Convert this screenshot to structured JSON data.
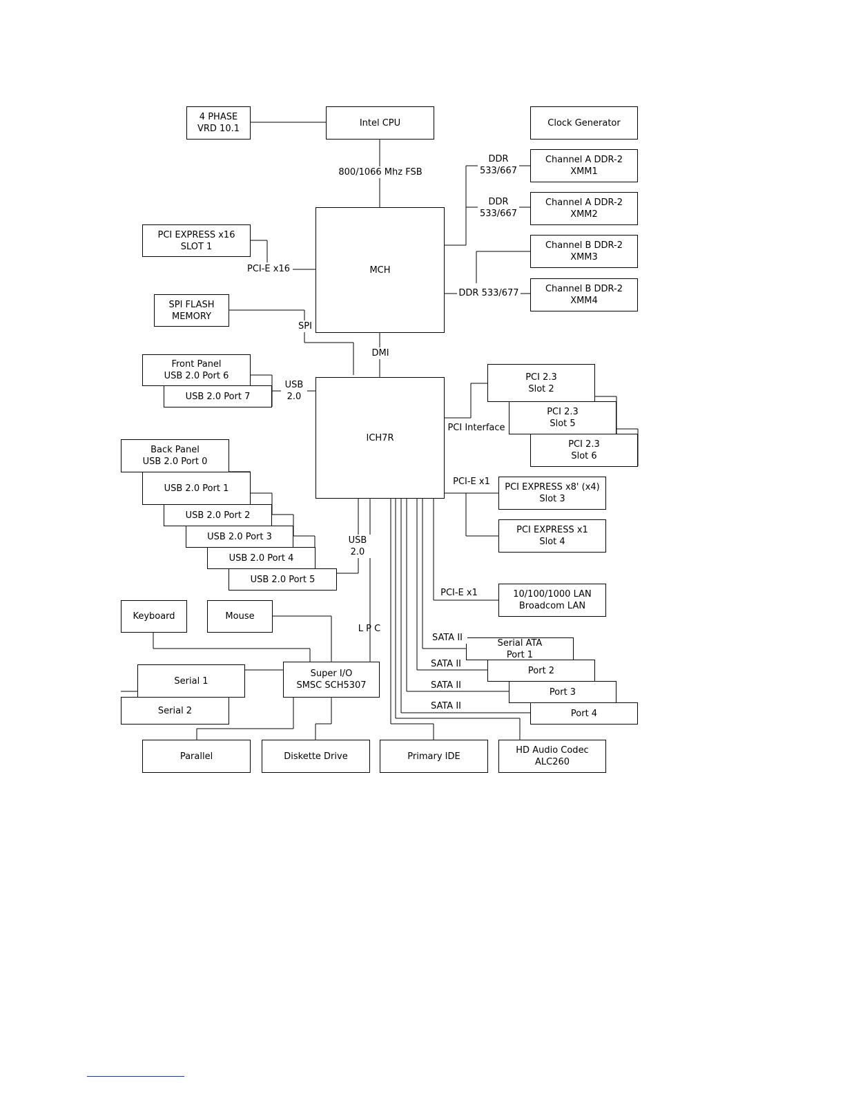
{
  "boxes": {
    "vrd": "4 PHASE\nVRD 10.1",
    "cpu": "Intel CPU",
    "clock": "Clock Generator",
    "chA1": "Channel A DDR-2\nXMM1",
    "chA2": "Channel A DDR-2\nXMM2",
    "chB3": "Channel B DDR-2\nXMM3",
    "chB4": "Channel B DDR-2\nXMM4",
    "pcie16": "PCI EXPRESS x16\nSLOT 1",
    "mch": "MCH",
    "spi": "SPI FLASH\nMEMORY",
    "front6": "Front Panel\nUSB 2.0 Port 6",
    "usb7": "USB 2.0 Port 7",
    "ich": "ICH7R",
    "pci2": "PCI 2.3\nSlot 2",
    "pci5": "PCI 2.3\nSlot 5",
    "pci6": "PCI 2.3\nSlot 6",
    "back0": "Back Panel\nUSB 2.0 Port 0",
    "usb1": "USB 2.0 Port 1",
    "usb2": "USB 2.0 Port 2",
    "usb3": "USB 2.0 Port 3",
    "usb4": "USB 2.0 Port 4",
    "usb5": "USB 2.0 Port 5",
    "pcie8": "PCI EXPRESS x8' (x4)\nSlot 3",
    "pcie1": "PCI EXPRESS  x1\nSlot 4",
    "lan": "10/100/1000 LAN\nBroadcom LAN",
    "keyboard": "Keyboard",
    "mouse": "Mouse",
    "sata1": "Serial ATA\nPort 1",
    "sata2": "Port 2",
    "sata3": "Port 3",
    "sata4": "Port 4",
    "serial1": "Serial 1",
    "serial2": "Serial 2",
    "superio": "Super I/O\nSMSC SCH5307",
    "parallel": "Parallel",
    "diskette": "Diskette Drive",
    "ide": "Primary IDE",
    "audio": "HD Audio Codec\nALC260"
  },
  "labels": {
    "fsb": "800/1066 Mhz FSB",
    "ddr1": "DDR\n533/667",
    "ddr2": "DDR\n533/667",
    "ddr3": "DDR 533/677",
    "pcie_x16": "PCI-E x16",
    "spi": "SPI",
    "dmi": "DMI",
    "usb_top": "USB\n2.0",
    "pci_if": "PCI Interface",
    "pcie_x1a": "PCI-E x1",
    "usb_bottom": "USB\n2.0",
    "pcie_x1b": "PCI-E x1",
    "lpc": "L P C",
    "sata_a": "SATA II",
    "sata_b": "SATA II",
    "sata_c": "SATA II",
    "sata_d": "SATA II"
  }
}
